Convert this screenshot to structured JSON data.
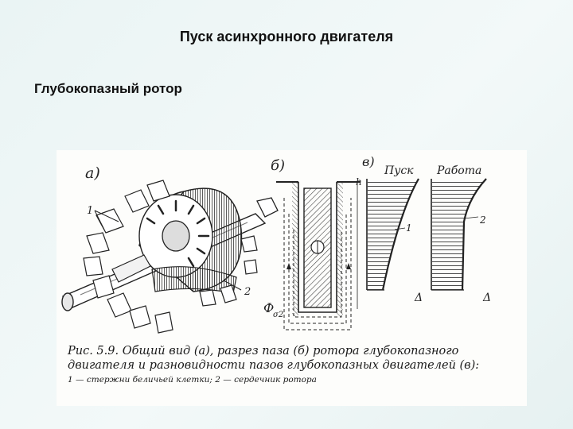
{
  "slide": {
    "title": "Пуск асинхронного двигателя",
    "subtitle": "Глубокопазный ротор"
  },
  "figure": {
    "labels": {
      "part_a": "а)",
      "part_b": "б)",
      "part_v": "в)",
      "h": "h",
      "pusk": "Пуск",
      "rabota": "Работа",
      "num1_a": "1",
      "num2_a": "2",
      "num1_v": "1",
      "num2_v": "2",
      "delta_left": "Δ",
      "delta_right": "Δ",
      "phi": "Ф",
      "phi_sub": "σ2"
    },
    "caption": {
      "line1": "Рис. 5.9. Общий вид (а), разрез паза (б) ротора глубокопазного",
      "line2": "двигателя и разновидности пазов глубокопазных двигателей (в):",
      "line3": "1 — стержни беличьей клетки; 2 — сердечник ротора"
    }
  }
}
